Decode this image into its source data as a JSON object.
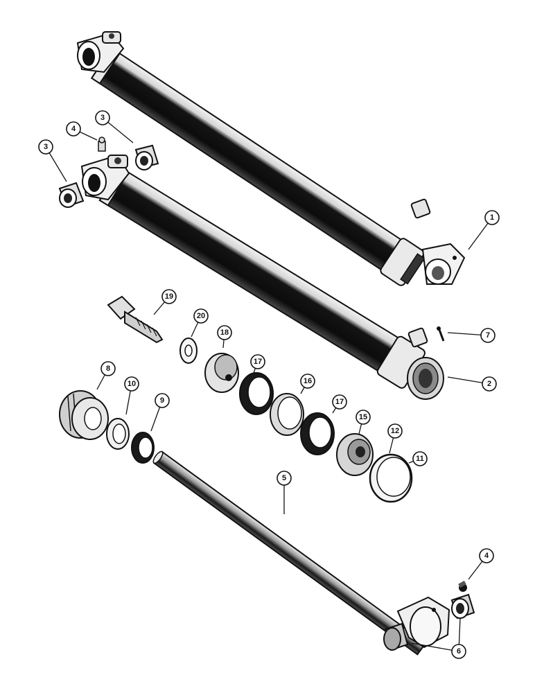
{
  "diagram": {
    "type": "exploded-parts-view",
    "colors": {
      "ink": "#111111",
      "paper": "#ffffff",
      "metal_light": "#e6e6e6",
      "metal_dark": "#1a1a1a"
    }
  },
  "callouts": [
    {
      "id": "c1",
      "label": "1"
    },
    {
      "id": "c2",
      "label": "2"
    },
    {
      "id": "c3a",
      "label": "3"
    },
    {
      "id": "c3b",
      "label": "3"
    },
    {
      "id": "c4a",
      "label": "4"
    },
    {
      "id": "c4b",
      "label": "4"
    },
    {
      "id": "c5",
      "label": "5"
    },
    {
      "id": "c6",
      "label": "6"
    },
    {
      "id": "c7",
      "label": "7"
    },
    {
      "id": "c8",
      "label": "8"
    },
    {
      "id": "c9",
      "label": "9"
    },
    {
      "id": "c10",
      "label": "10"
    },
    {
      "id": "c11",
      "label": "11"
    },
    {
      "id": "c12",
      "label": "12"
    },
    {
      "id": "c15",
      "label": "15"
    },
    {
      "id": "c16",
      "label": "16"
    },
    {
      "id": "c17a",
      "label": "17"
    },
    {
      "id": "c17b",
      "label": "17"
    },
    {
      "id": "c18",
      "label": "18"
    },
    {
      "id": "c19",
      "label": "19"
    },
    {
      "id": "c20",
      "label": "20"
    }
  ]
}
